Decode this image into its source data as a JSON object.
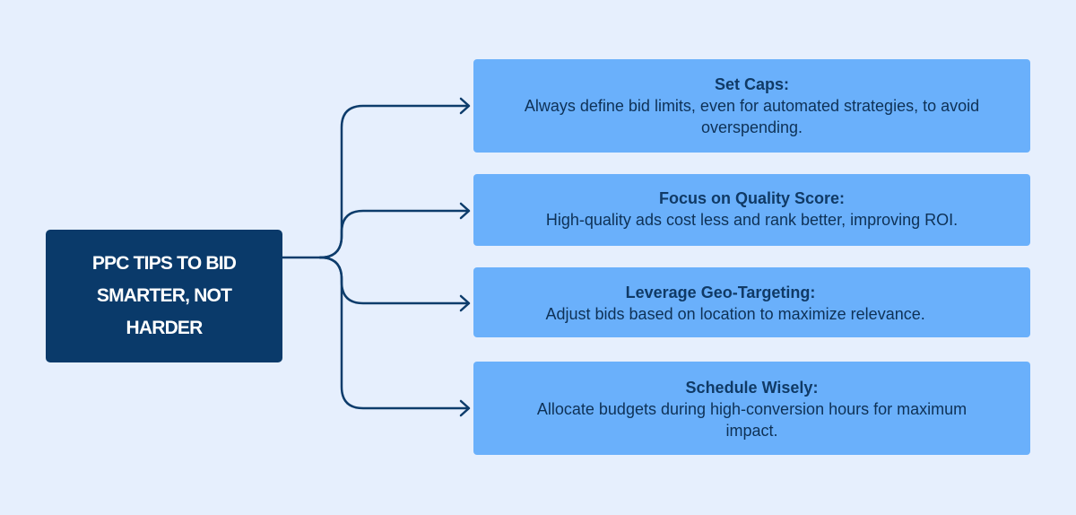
{
  "root": {
    "title": "PPC TIPS TO BID SMARTER, NOT HARDER"
  },
  "colors": {
    "background": "#e6effd",
    "root_box": "#0a3a6a",
    "tip_box": "#6ab0fb",
    "connector": "#0d3c6b"
  },
  "tips": [
    {
      "title": "Set Caps:",
      "body": "Always define bid limits, even for automated strategies, to avoid overspending."
    },
    {
      "title": "Focus on Quality Score:",
      "body": "High-quality ads cost less and rank better, improving ROI."
    },
    {
      "title": "Leverage Geo-Targeting:",
      "body": "Adjust bids based on location to maximize relevance."
    },
    {
      "title": "Schedule Wisely:",
      "body": "Allocate budgets during high-conversion hours for maximum impact."
    }
  ]
}
